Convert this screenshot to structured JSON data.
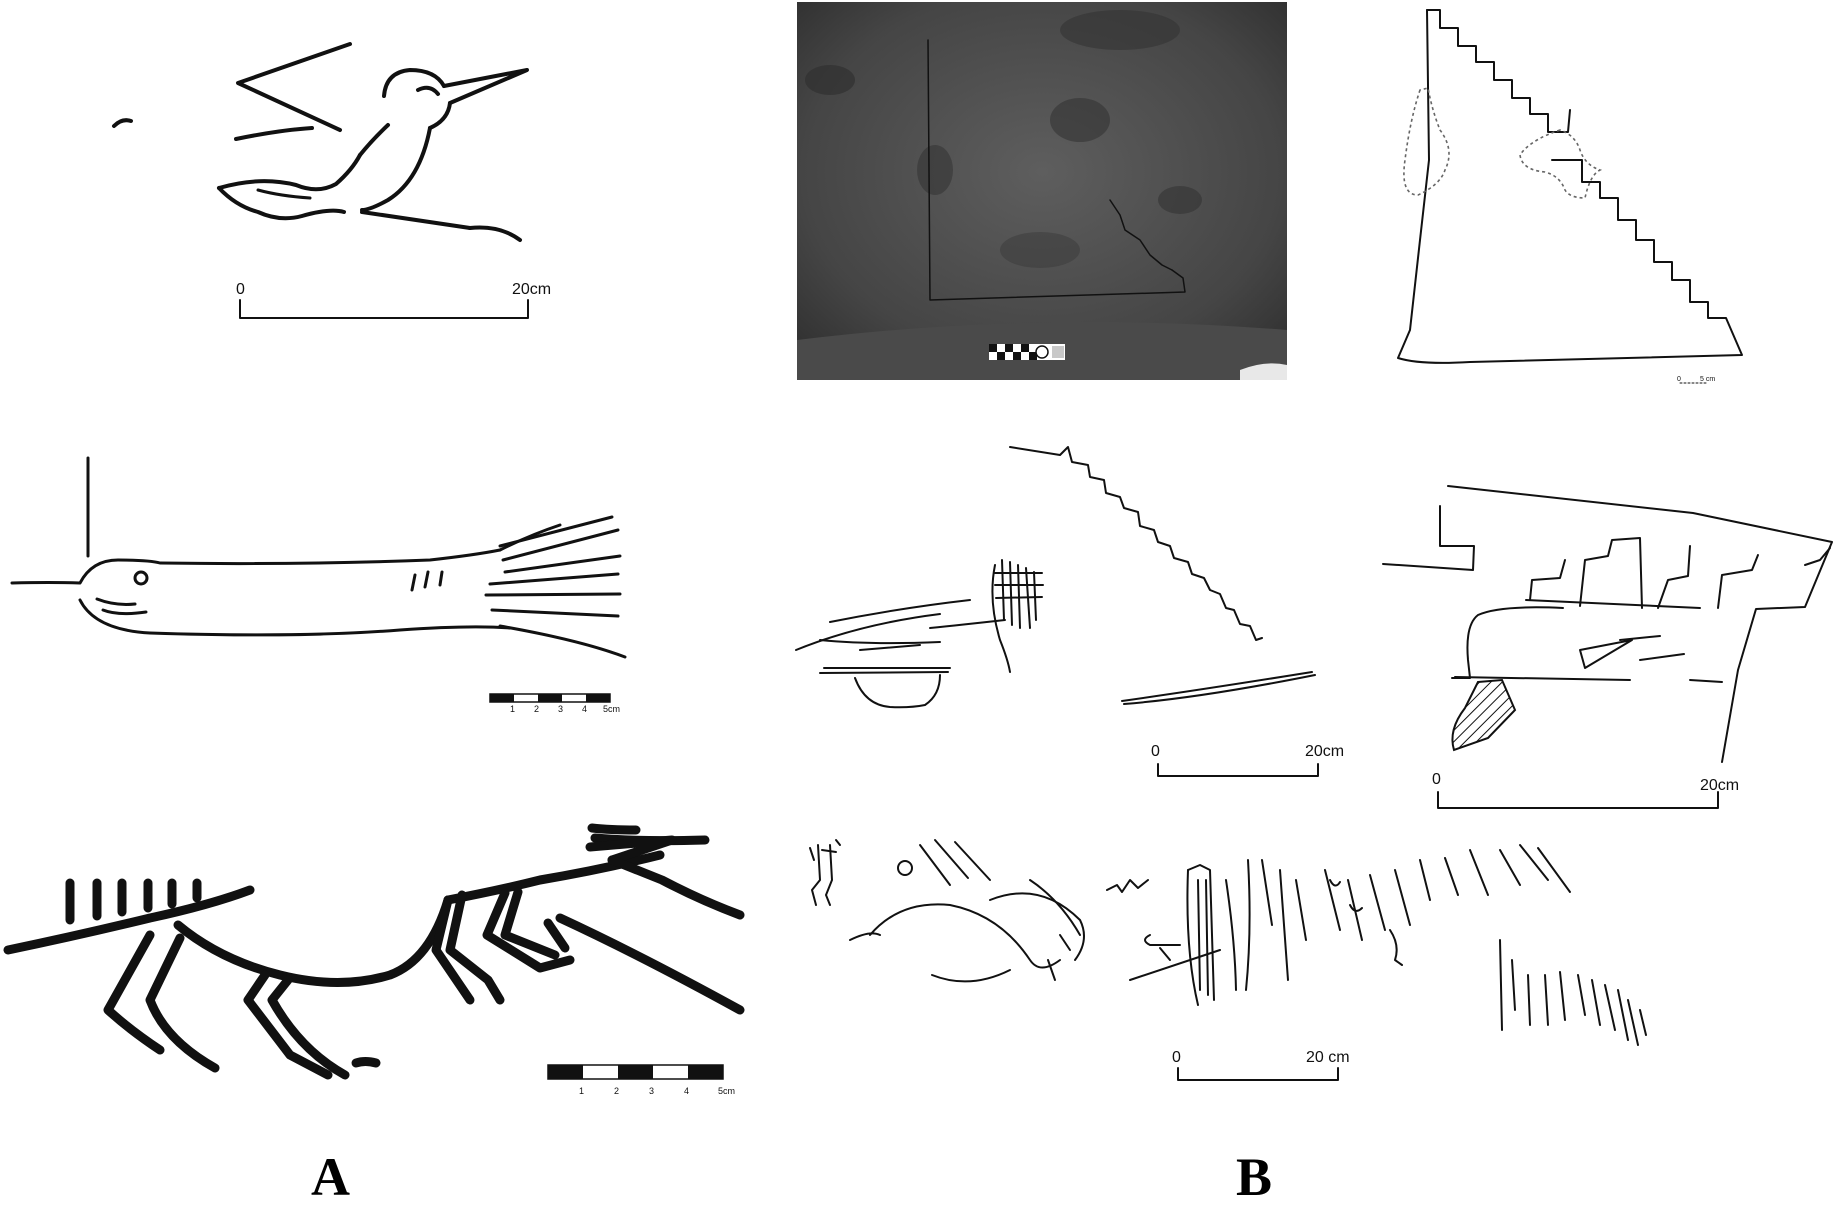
{
  "panels": {
    "a": "A",
    "b": "B"
  },
  "scales": {
    "bird": {
      "zero": "0",
      "end": "20cm"
    },
    "fish": {
      "ticks": [
        "1",
        "2",
        "3",
        "4",
        "5cm"
      ]
    },
    "deer": {
      "ticks": [
        "1",
        "2",
        "3",
        "4",
        "5cm"
      ]
    },
    "photo_drawing": {
      "zero": "0",
      "end": "5 cm"
    },
    "steps_mid": {
      "zero": "0",
      "end": "20cm"
    },
    "right_mid": {
      "zero": "0",
      "end": "20cm"
    },
    "bottom_right": {
      "zero": "0",
      "end": "20 cm"
    }
  },
  "colors": {
    "line": "#111111",
    "photo_dark": "#3b3b3b",
    "photo_light": "#5a5a5a"
  }
}
